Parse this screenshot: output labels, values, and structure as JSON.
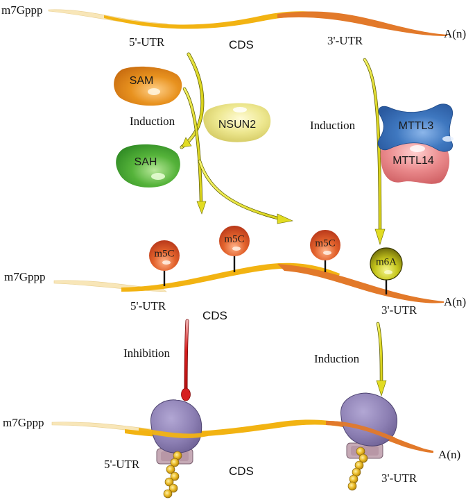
{
  "strand1": {
    "cap": "m7Gppp",
    "utr5": "5'-UTR",
    "cds": "CDS",
    "utr3": "3'-UTR",
    "tail": "A(n)"
  },
  "strand2": {
    "cap": "m7Gppp",
    "utr5": "5'-UTR",
    "cds": "CDS",
    "utr3": "3'-UTR",
    "tail": "A(n)"
  },
  "strand3": {
    "cap": "m7Gppp",
    "utr5": "5'-UTR",
    "cds": "CDS",
    "utr3": "3'-UTR",
    "tail": "A(n)"
  },
  "enzymes": {
    "sam": "SAM",
    "sah": "SAH",
    "nsun2": "NSUN2",
    "mttl3": "MTTL3",
    "mttl14": "MTTL14"
  },
  "modifications": {
    "m5c_1": "m5C",
    "m5c_2": "m5C",
    "m5c_3": "m5C",
    "m6a": "m6A"
  },
  "arrows": {
    "induction_left": "Induction",
    "induction_right": "Induction",
    "inhibition": "Inhibition",
    "induction_bottom": "Induction"
  },
  "colors": {
    "utr_cream": "#f8e6b8",
    "cds_yellow": "#f2b312",
    "utr3_orange": "#e2792a",
    "arrow_yellow": "#ecea3a",
    "inhibit_red": "#d61e1e",
    "sam": "#e58b22",
    "sah": "#4fae3a",
    "nsun2": "#ece68e",
    "mttl3": "#3f77bd",
    "mttl14": "#e06f73",
    "m5c": "#d9512a",
    "m6a": "#bfc21a",
    "ribosome": "#8c7fb3",
    "bead": "#e8b722"
  }
}
